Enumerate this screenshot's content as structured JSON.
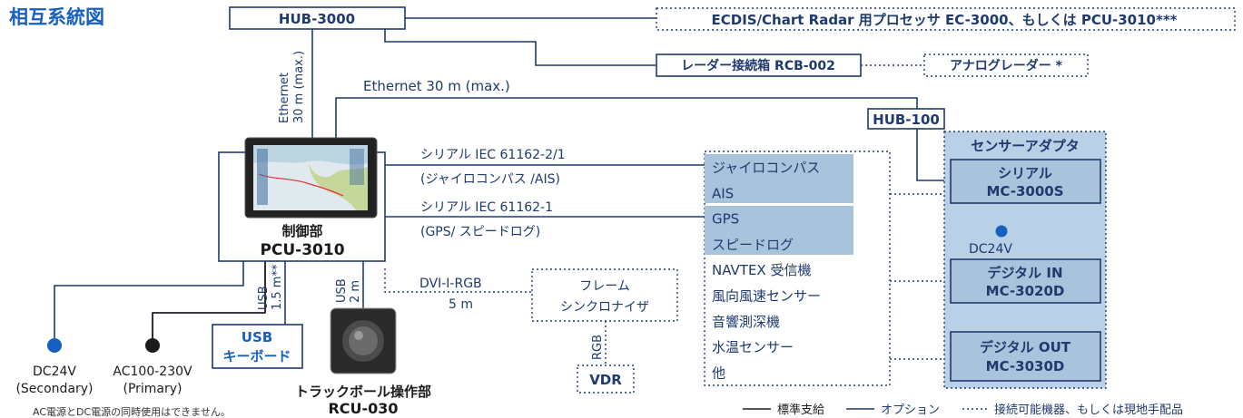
{
  "title": "相互系統図",
  "colors": {
    "navy": "#1e3a6e",
    "blue": "#1660c0",
    "fill": "#a9c3dc",
    "panel": "#b9d0e6",
    "black": "#1b1b1b"
  },
  "hub3000": "HUB-3000",
  "ethernet_vertical": [
    "Ethernet",
    "30 m (max.)"
  ],
  "ethernet_horizontal": "Ethernet  30 m (max.)",
  "ecdis": "ECDIS/Chart Radar 用プロセッサ EC-3000、もしくは PCU-3010***",
  "rcb": "レーダー接続箱 RCB-002",
  "analog": "アナログレーダー *",
  "hub100": "HUB-100",
  "sensor_adapter": {
    "title": "センサーアダプタ",
    "serial": [
      "シリアル",
      "MC-3000S"
    ],
    "dc24v": "DC24V",
    "digital_in": [
      "デジタル IN",
      "MC-3020D"
    ],
    "digital_out": [
      "デジタル OUT",
      "MC-3030D"
    ]
  },
  "pcu": {
    "name": "制御部",
    "model": "PCU-3010"
  },
  "serial_links": [
    {
      "line1": "シリアル IEC 61162-2/1",
      "line2": "(ジャイロコンパス /AIS)"
    },
    {
      "line1": "シリアル IEC 61162-1",
      "line2": "(GPS/ スピードログ)"
    }
  ],
  "sensors": [
    "ジャイロコンパス",
    "AIS",
    "GPS",
    "スピードログ",
    "NAVTEX 受信機",
    "風向風速センサー",
    "音響測深機",
    "水温センサー",
    "他"
  ],
  "dvi": {
    "label": "DVI-I-RGB",
    "length": "5 m"
  },
  "frame_sync": [
    "フレーム",
    "シンクロナイザ"
  ],
  "rgb": "RGB",
  "vdr": "VDR",
  "usb_kb_cable": [
    "USB",
    "1.5 m**"
  ],
  "usb_tb_cable": [
    "USB",
    "2 m"
  ],
  "usb_keyboard": [
    "USB",
    "キーボード"
  ],
  "trackball": {
    "name": "トラックボール操作部",
    "model": "RCU-030"
  },
  "power": [
    {
      "line1": "DC24V",
      "line2": "(Secondary)",
      "dot_color": "#1660c0"
    },
    {
      "line1": "AC100-230V",
      "line2": "(Primary)",
      "dot_color": "#1b1b1b"
    }
  ],
  "footnote": "AC電源とDC電源の同時使用はできません。",
  "legend": {
    "standard": "標準支給",
    "option": "オプション",
    "local": "接続可能機器、もしくは現地手配品"
  }
}
